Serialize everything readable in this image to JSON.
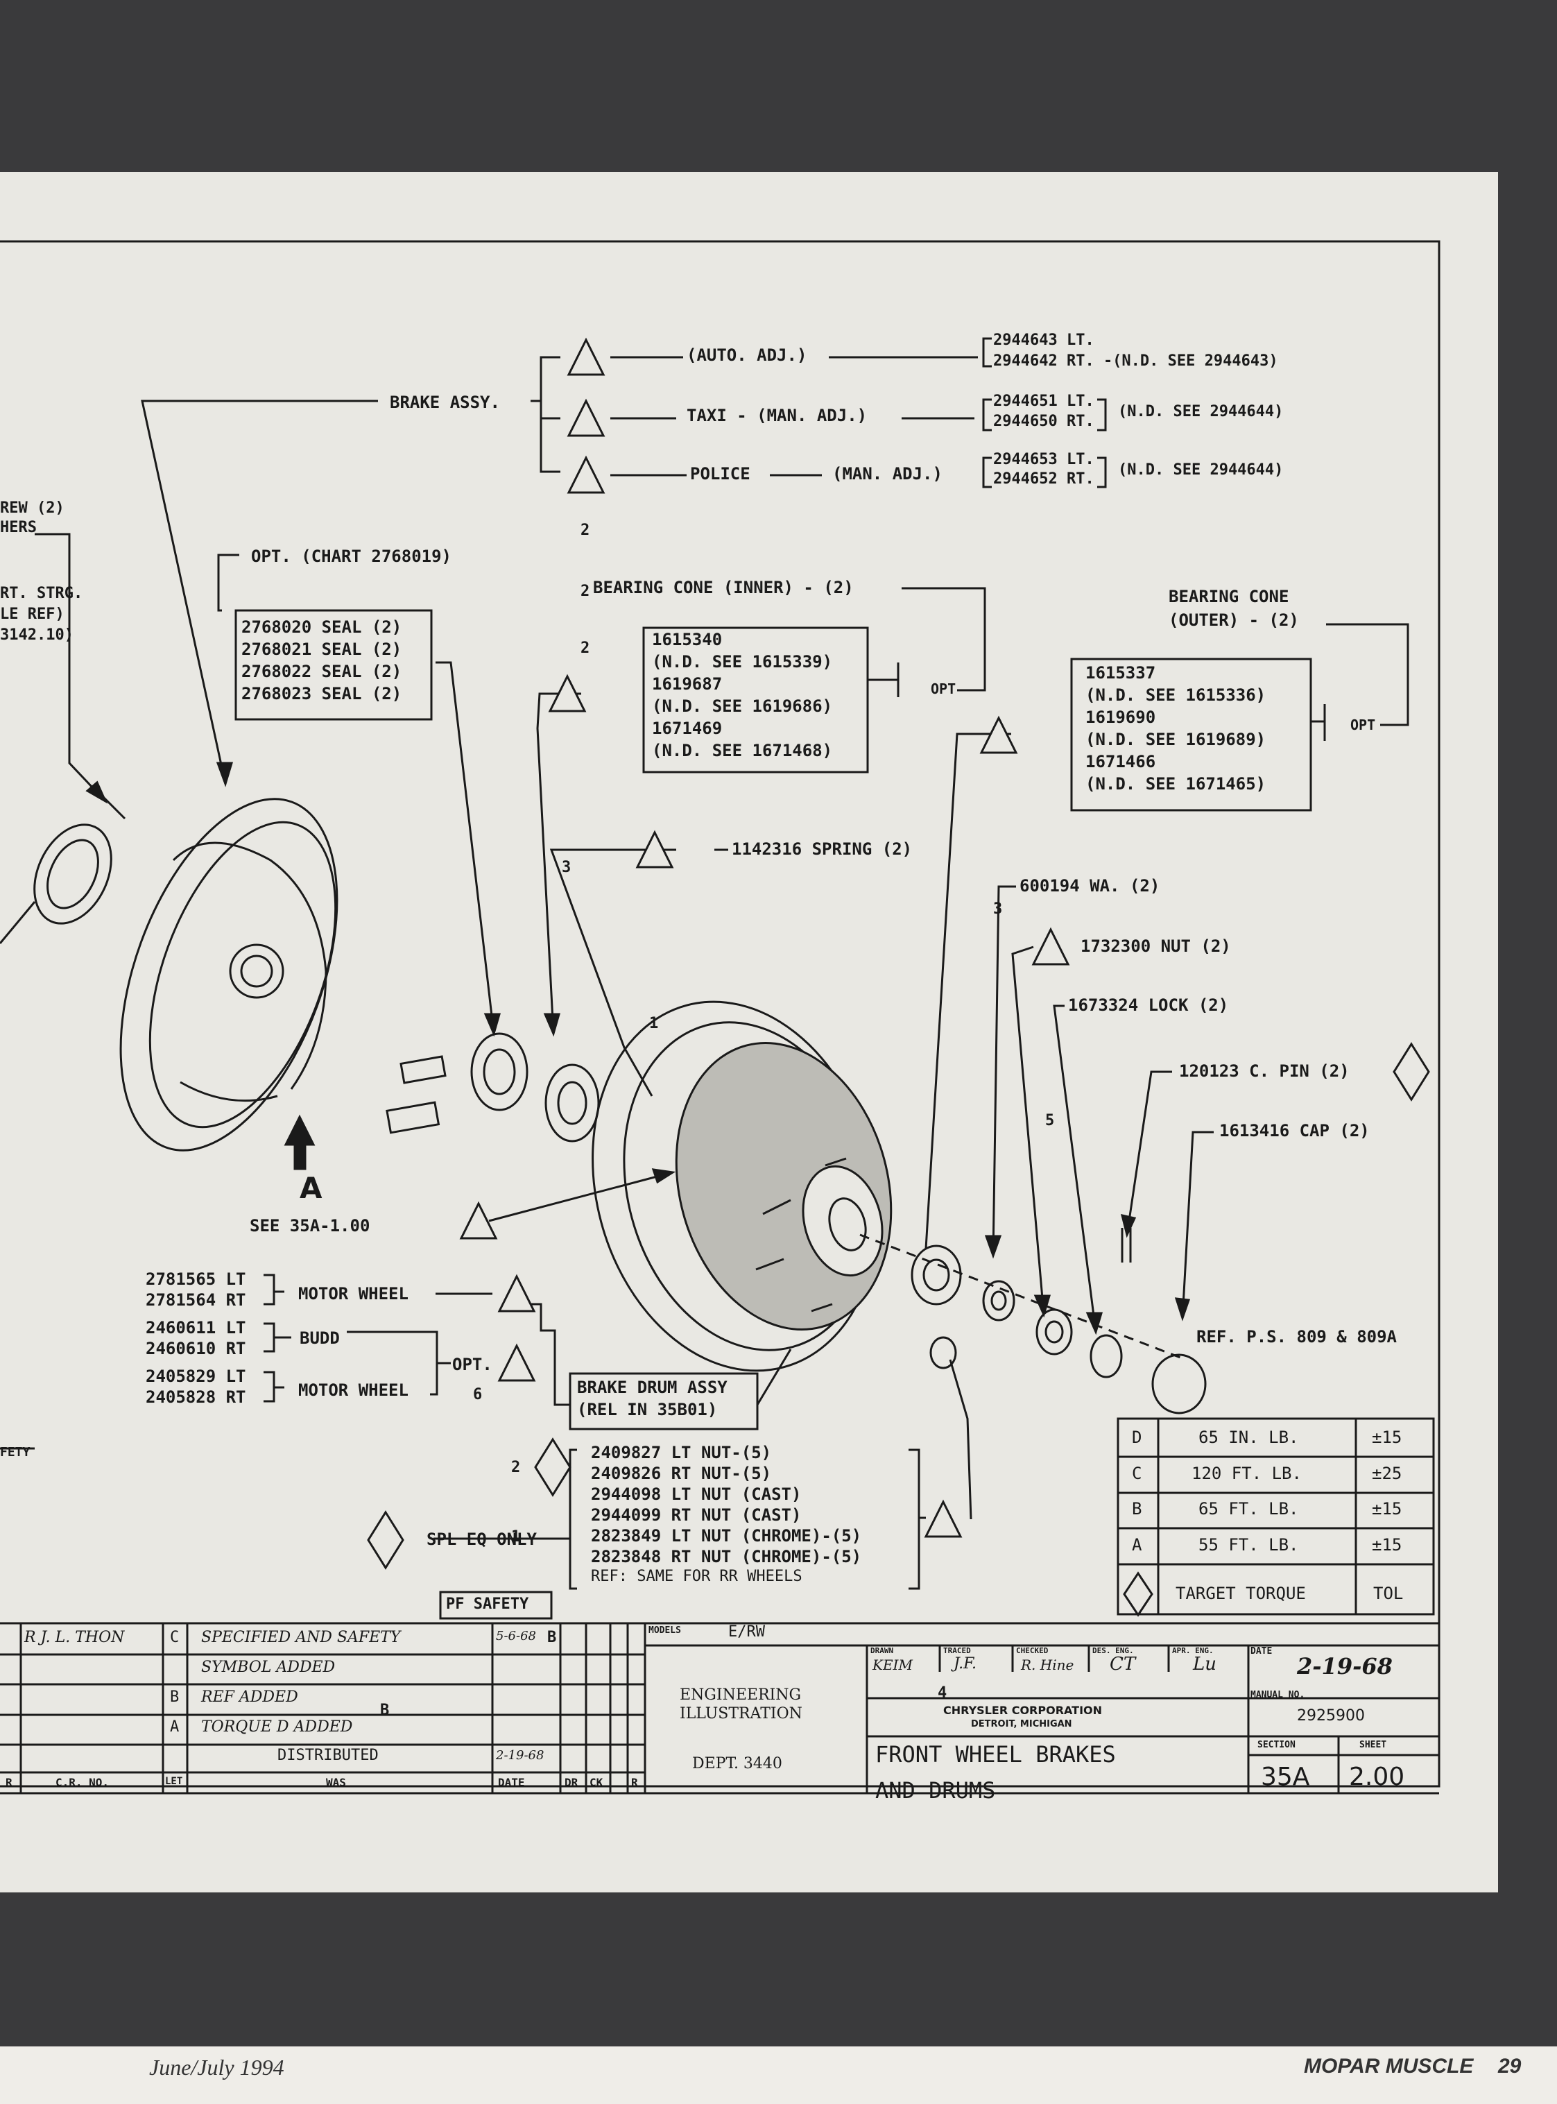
{
  "brake_assy": {
    "label": "BRAKE ASSY.",
    "auto": "(AUTO. ADJ.)",
    "taxi": "TAXI - (MAN. ADJ.)",
    "police": "POLICE",
    "police_adj": "(MAN. ADJ.)",
    "auto_parts": [
      "2944643 LT.",
      "2944642 RT. -(N.D. SEE 2944643)"
    ],
    "taxi_parts": [
      "2944651 LT.",
      "2944650 RT."
    ],
    "taxi_note": "(N.D. SEE 2944644)",
    "police_parts": [
      "2944653 LT.",
      "2944652 RT."
    ],
    "police_note": "(N.D. SEE 2944644)"
  },
  "left_edge": [
    "REW (2)",
    "HERS",
    "RT. STRG.",
    "LE REF)",
    "3142.10)",
    "FETY"
  ],
  "seal": {
    "header": "OPT. (CHART 2768019)",
    "items": [
      "2768020 SEAL (2)",
      "2768021 SEAL (2)",
      "2768022 SEAL (2)",
      "2768023 SEAL (2)"
    ]
  },
  "bearing_inner": {
    "label": "BEARING CONE (INNER) - (2)",
    "items": [
      "1615340",
      "(N.D. SEE 1615339)",
      "1619687",
      "(N.D. SEE 1619686)",
      "1671469",
      "(N.D. SEE 1671468)"
    ],
    "opt": "OPT"
  },
  "bearing_outer": {
    "label1": "BEARING CONE",
    "label2": "(OUTER) - (2)",
    "items": [
      "1615337",
      "(N.D. SEE 1615336)",
      "1619690",
      "(N.D. SEE 1619689)",
      "1671466",
      "(N.D. SEE 1671465)"
    ],
    "opt": "OPT"
  },
  "callouts": {
    "spring": "1142316 SPRING (2)",
    "washer": "600194 WA. (2)",
    "nut": "1732300 NUT (2)",
    "lock": "1673324 LOCK (2)",
    "pin": "120123 C. PIN (2)",
    "cap": "1613416 CAP (2)",
    "ref_ps": "REF. P.S. 809 & 809A",
    "view_a": "A",
    "see_view": "SEE 35A-1.00"
  },
  "wheels": {
    "motor1": [
      "2781565 LT",
      "2781564 RT"
    ],
    "motor_label1": "MOTOR WHEEL",
    "budd": [
      "2460611 LT",
      "2460610 RT"
    ],
    "budd_label": "BUDD",
    "motor2": [
      "2405829 LT",
      "2405828 RT"
    ],
    "motor_label2": "MOTOR WHEEL",
    "opt": "OPT.",
    "drum1": "BRAKE DRUM ASSY",
    "drum2": "(REL IN 35B01)"
  },
  "nuts": {
    "items": [
      "2409827 LT NUT-(5)",
      "2409826 RT NUT-(5)",
      "2944098 LT NUT (CAST)",
      "2944099 RT NUT (CAST)",
      "2823849 LT NUT (CHROME)-(5)",
      "2823848 RT NUT (CHROME)-(5)"
    ],
    "ref": "REF: SAME FOR RR WHEELS",
    "spl": "SPL EQ ONLY",
    "pf_safety": "PF SAFETY"
  },
  "torque": {
    "rows": [
      {
        "key": "D",
        "val": "65 IN. LB.",
        "tol": "±15"
      },
      {
        "key": "C",
        "val": "120 FT. LB.",
        "tol": "±25"
      },
      {
        "key": "B",
        "val": "65 FT. LB.",
        "tol": "±15"
      },
      {
        "key": "A",
        "val": "55 FT. LB.",
        "tol": "±15"
      }
    ],
    "target": "TARGET TORQUE",
    "tol_head": "TOL"
  },
  "revisions": {
    "rows": [
      {
        "cr": "R J. L. THON",
        "let": "C",
        "desc": "SPECIFIED AND SAFETY",
        "date": "5-6-68"
      },
      {
        "cr": "",
        "let": "",
        "desc": "SYMBOL ADDED",
        "date": ""
      },
      {
        "cr": "",
        "let": "B",
        "desc": "REF ADDED",
        "date": ""
      },
      {
        "cr": "",
        "let": "A",
        "desc": "TORQUE D ADDED",
        "date": ""
      },
      {
        "cr": "",
        "let": "",
        "desc": "DISTRIBUTED",
        "date": "2-19-68"
      }
    ],
    "headers": [
      "R",
      "C.R. NO.",
      "LET",
      "WAS",
      "DATE",
      "DR",
      "CK",
      "R"
    ]
  },
  "title_block": {
    "models_label": "MODELS",
    "models": "E/RW",
    "eng1": "ENGINEERING",
    "eng2": "ILLUSTRATION",
    "dept": "DEPT. 3440",
    "drawn_label": "DRAWN",
    "drawn": "KEIM",
    "traced_label": "TRACED",
    "traced": "J.F.",
    "checked_label": "CHECKED",
    "checked": "R. Hine",
    "des_label": "DES. ENG.",
    "des": "CT",
    "apr_label": "APR. ENG.",
    "apr": "Lu",
    "date_label": "DATE",
    "date": "2-19-68",
    "corp1": "CHRYSLER CORPORATION",
    "corp2": "DETROIT, MICHIGAN",
    "manual_label": "MANUAL NO.",
    "manual": "2925900",
    "title1": "FRONT WHEEL BRAKES",
    "title2": "AND DRUMS",
    "section_label": "SECTION",
    "section": "35A",
    "sheet_label": "SHEET",
    "sheet": "2.00"
  },
  "symbols": [
    "1",
    "2",
    "3",
    "4",
    "5",
    "6",
    "B"
  ],
  "footer": {
    "date": "June/July 1994",
    "magazine": "MOPAR MUSCLE",
    "page": "29"
  }
}
